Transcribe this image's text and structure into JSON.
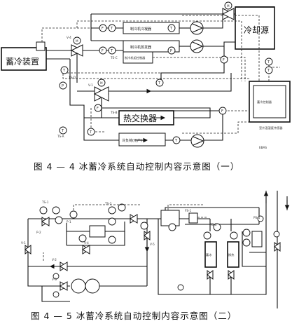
{
  "figure1": {
    "caption": "图 4 — 4   冰蓄冷系统自动控制内容示意图（一）",
    "labels": {
      "storage_device": "蓄冷装置",
      "cooling_source": "冷却源",
      "heat_exchanger": "热交换器",
      "cold_load": "冷负荷(用户)",
      "controller": "蓄冷控制器",
      "chiller_condenser": "制冷机冷凝器",
      "chiller_evaporator": "制冷机蒸发器",
      "chiller_control": "制冷机组控制器",
      "outdoor_sensor": "室外温湿度传感器",
      "tag_v4": "V-4",
      "tag_v1": "V-1",
      "tag_tsc": "TS-C",
      "tag_tsa": "TS-A",
      "tag_tsb": "TS-B",
      "tag_tsd": "TS-D",
      "tag_ebas": "EBAS"
    },
    "instruments": [
      "T",
      "F",
      "T",
      "F",
      "T",
      "P",
      "T",
      "T",
      "F",
      "T",
      "T",
      "F",
      "F",
      "T",
      "T",
      "T",
      "P"
    ]
  },
  "figure2": {
    "caption": "图 4 — 5   冰蓄冷系统自动控制内容示意图（二）",
    "labels": {
      "tank_a": "蓄冰",
      "tank_b": "换热",
      "tag_p1": "P-1",
      "tag_p2": "P-2",
      "tag_ts1": "TS-1",
      "tag_ts2": "TS-2",
      "tag_v1": "V-1",
      "tag_v2": "V-2",
      "tag_v3": "V-3",
      "tag_v4": "V-4",
      "tag_v5": "V-5",
      "tag_fs": "FS-1",
      "tag_ts3": "TS-3",
      "tag_ps": "PS-1"
    }
  }
}
